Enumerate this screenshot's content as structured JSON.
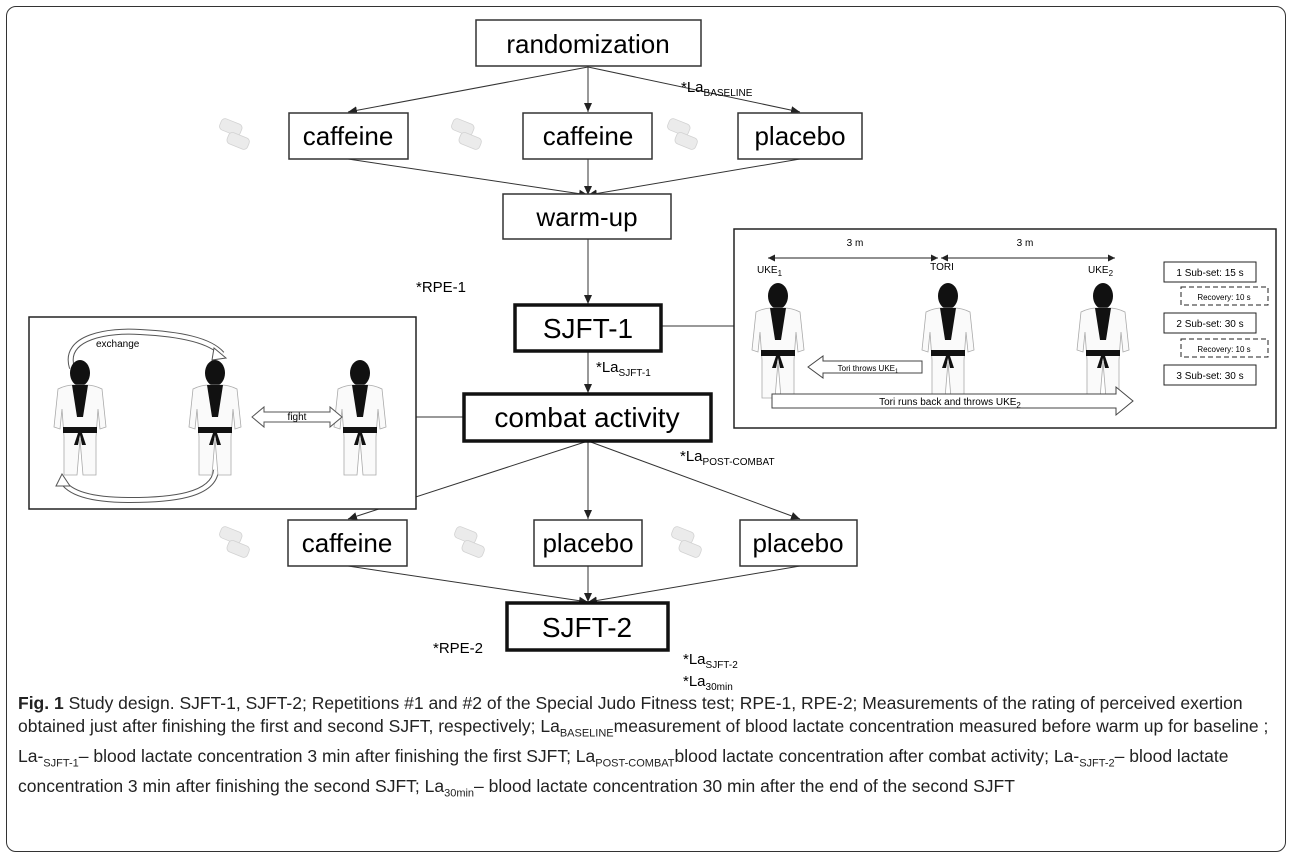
{
  "diagram": {
    "nodes": {
      "randomization": "randomization",
      "caffeine_1": "caffeine",
      "caffeine_2": "caffeine",
      "placebo_1": "placebo",
      "warm_up": "warm-up",
      "sjft_1": "SJFT-1",
      "combat_activity": "combat activity",
      "caffeine_3": "caffeine",
      "placebo_2": "placebo",
      "placebo_3": "placebo",
      "sjft_2": "SJFT-2"
    },
    "measurements": {
      "la_baseline": {
        "base": "*La",
        "sub": "BASELINE"
      },
      "rpe_1": "*RPE-1",
      "la_sjft1": {
        "base": "*La",
        "sub": "SJFT-1"
      },
      "la_post_combat": {
        "base": "*La",
        "sub": "POST-COMBAT"
      },
      "rpe_2": "*RPE-2",
      "la_sjft2": {
        "base": "*La",
        "sub": "SJFT-2"
      },
      "la_30min": {
        "base": "*La",
        "sub": "30min"
      }
    },
    "combat_panel": {
      "exchange": "exchange",
      "fight": "fight"
    },
    "sjft_panel": {
      "distance_1": "3 m",
      "distance_2": "3 m",
      "uke1": {
        "base": "UKE",
        "sub": "1"
      },
      "tori": "TORI",
      "uke2": {
        "base": "UKE",
        "sub": "2"
      },
      "tori_throws": {
        "base": "Tori throws UKE",
        "sub": "1"
      },
      "tori_runs": {
        "base": "Tori runs back and throws UKE",
        "sub": "2"
      },
      "subset_1": "1 Sub-set: 15 s",
      "recovery_1": "Recovery: 10 s",
      "subset_2": "2 Sub-set: 30 s",
      "recovery_2": "Recovery: 10 s",
      "subset_3": "3 Sub-set: 30 s"
    }
  },
  "caption": {
    "label": "Fig. 1",
    "parts": [
      {
        "t": " Study design. SJFT-1, SJFT-2; Repetitions #1 and #2 of the Special Judo Fitness test; RPE-1, RPE-2; Measurements of the rating of perceived exertion obtained just after finishing the first and second SJFT, respectively; La"
      },
      {
        "s": "BASELINE"
      },
      {
        "t": "measurement of blood lactate concentration measured before warm up for baseline ; La-"
      },
      {
        "s": "SJFT-1"
      },
      {
        "t": "– blood lactate concentration 3 min after finishing the first SJFT; La"
      },
      {
        "s": "POST-COMBAT"
      },
      {
        "t": "blood lactate concentration after combat activity; La-"
      },
      {
        "s": "SJFT-2"
      },
      {
        "t": "– blood lactate concentration 3 min after finishing the second SJFT; La"
      },
      {
        "s": "30min"
      },
      {
        "t": "– blood lactate concentration 30 min after the end of the second SJFT"
      }
    ]
  },
  "colors": {
    "line": "#333333",
    "figure": "#111111",
    "gum": "#e0e0e0"
  }
}
